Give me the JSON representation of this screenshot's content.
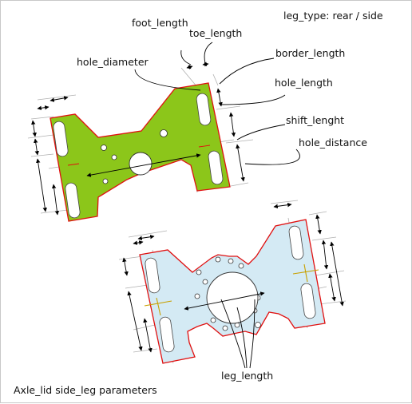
{
  "header": {
    "leg_type": "leg_type: rear / side"
  },
  "labels": {
    "foot_length": "foot_length",
    "toe_length": "toe_length",
    "hole_diameter": "hole_diameter",
    "border_length": "border_length",
    "hole_length": "hole_length",
    "shift_length": "shift_lenght",
    "hole_distance": "hole_distance",
    "leg_length": "leg_length"
  },
  "caption": "Axle_lid side_leg parameters",
  "colors": {
    "part_fill_top": "#8cc61a",
    "part_fill_bottom": "#d4eaf4",
    "outline": "#e01010",
    "guide": "#b0b0b0",
    "yellow_mark": "#c8a000"
  }
}
